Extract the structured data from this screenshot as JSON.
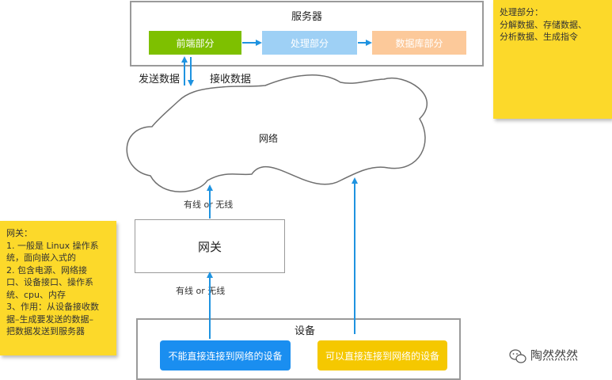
{
  "server": {
    "title": "服务器",
    "frontend": "前端部分",
    "processing": "处理部分",
    "database": "数据库部分"
  },
  "flow": {
    "send": "发送数据",
    "receive": "接收数据"
  },
  "network": {
    "label": "网络"
  },
  "gateway": {
    "label": "网关",
    "link_upper": "有线 or 无线",
    "link_lower": "有线 or 无线"
  },
  "devices": {
    "title": "设备",
    "cannot_connect": "不能直接连接到网络的设备",
    "can_connect": "可以直接连接到网络的设备"
  },
  "notes": {
    "processing": [
      "处理部分：",
      "分解数据、存储数据、",
      "分析数据、生成指令"
    ],
    "gateway": [
      "网关：",
      "1. 一般是 Linux 操作系",
      "统，面向嵌入式的",
      "2. 包含电源、网络接",
      "口、设备接口、操作系",
      "统、cpu、内存",
      "3、作用：从设备接收数",
      "据–生成要发送的数据–",
      "把数据发送到服务器"
    ]
  },
  "watermark": {
    "text": "陶然然然"
  },
  "colors": {
    "frontend": "#7ec000",
    "processing": "#9ed0f5",
    "database": "#fcc99a",
    "arrow": "#1f93e0",
    "device_blue": "#1a8ef0",
    "device_yellow": "#f5c800",
    "note": "#fcd92a"
  }
}
